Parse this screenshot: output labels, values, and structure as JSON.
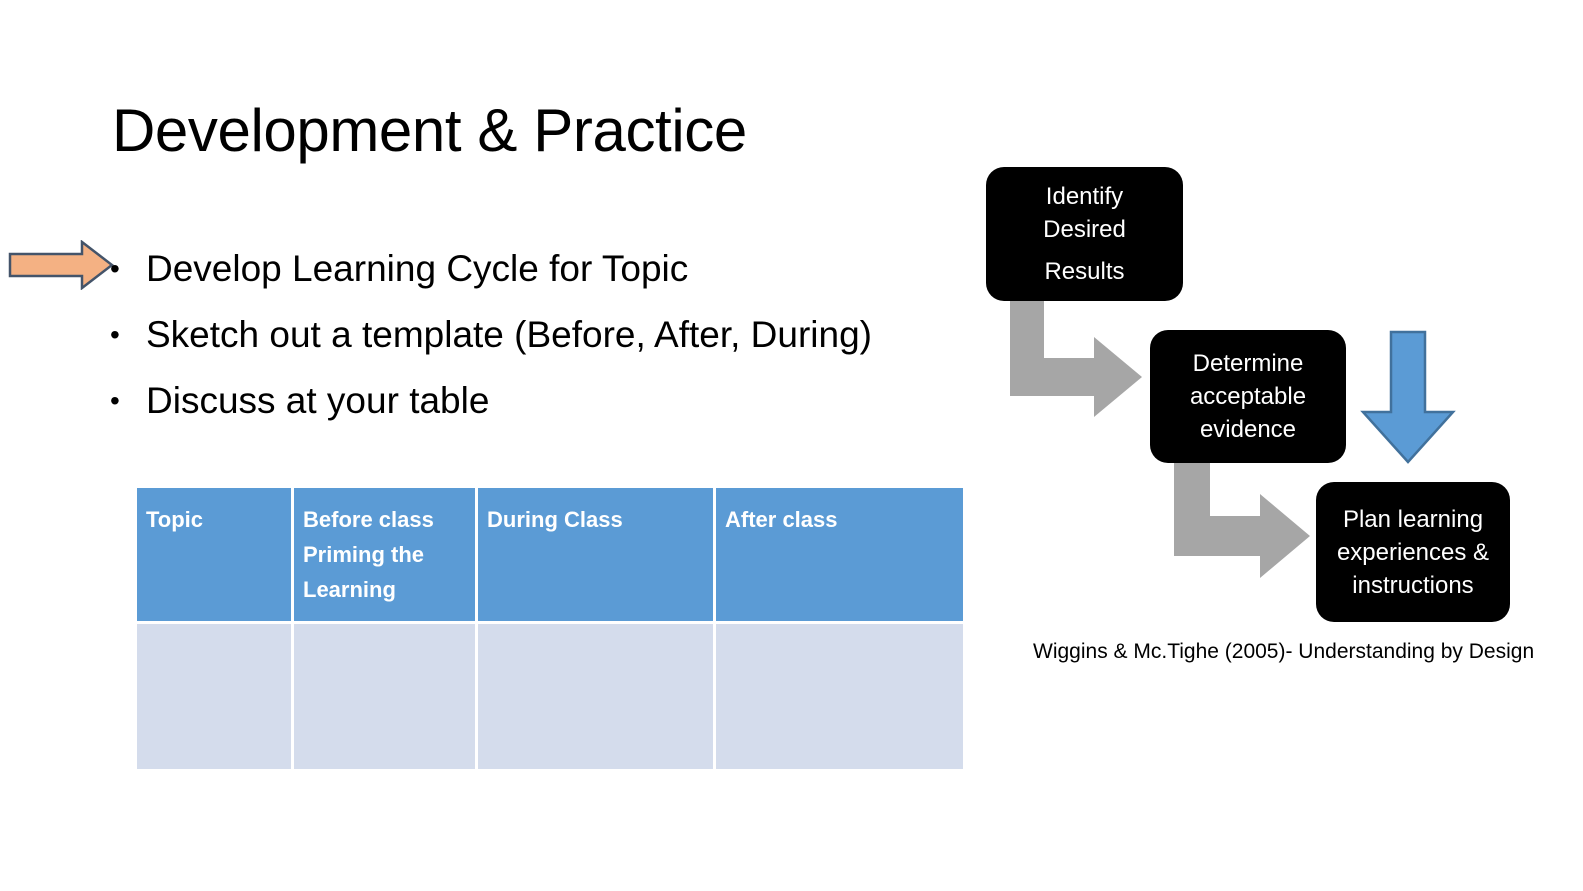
{
  "slide": {
    "title": "Development & Practice",
    "background_color": "#FFFFFF"
  },
  "bullets": {
    "marker": "•",
    "items": [
      {
        "text": "Develop Learning Cycle for Topic"
      },
      {
        "text": "Sketch out a template (Before, After, During)"
      },
      {
        "text": "Discuss at your table"
      }
    ]
  },
  "pointer_arrow": {
    "name": "orange-right-arrow",
    "fill": "#F4B183",
    "stroke": "#44546A",
    "points_to": "Develop Learning Cycle for Topic"
  },
  "table": {
    "header_fill": "#5B9BD5",
    "body_fill": "#D4DCEC",
    "gridline_color": "#FFFFFF",
    "columns": [
      "Topic",
      "Before class Priming the Learning",
      "During Class",
      "After class"
    ],
    "header_lines": [
      [
        "Topic"
      ],
      [
        "Before class",
        "Priming the",
        "Learning"
      ],
      [
        "During Class"
      ],
      [
        "After class"
      ]
    ],
    "rows": [
      [
        "",
        "",
        "",
        ""
      ]
    ]
  },
  "diagram": {
    "type": "flow",
    "box_fill": "#000000",
    "box_text_color": "#FFFFFF",
    "connector_color": "#A6A6A6",
    "boxes": [
      {
        "id": "identify",
        "lines": [
          "Identify",
          "Desired",
          "Results"
        ]
      },
      {
        "id": "determine",
        "lines": [
          "Determine",
          "acceptable",
          "evidence"
        ]
      },
      {
        "id": "plan",
        "lines": [
          "Plan learning",
          "experiences &",
          "instructions"
        ]
      }
    ],
    "connectors": [
      {
        "name": "elbow-arrow-1",
        "from": "identify",
        "to": "determine"
      },
      {
        "name": "elbow-arrow-2",
        "from": "determine",
        "to": "plan"
      }
    ],
    "blue_arrow": {
      "name": "blue-down-arrow",
      "fill": "#5B9BD5",
      "stroke": "#41719C",
      "direction": "down"
    }
  },
  "citation": {
    "text": "Wiggins & Mc.Tighe (2005)- Understanding by Design"
  }
}
